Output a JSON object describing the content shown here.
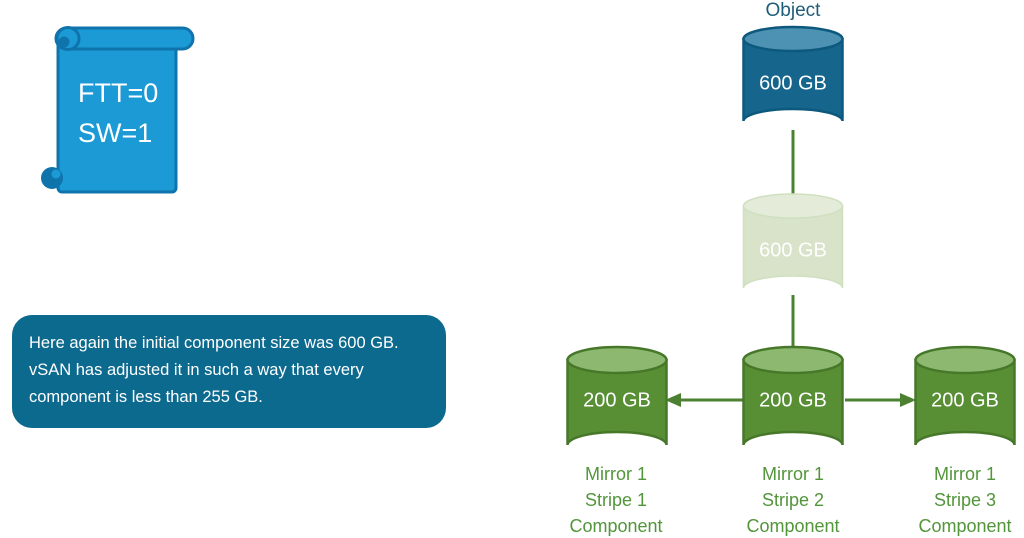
{
  "scroll_note": {
    "lines": [
      "FTT=0",
      "SW=1"
    ]
  },
  "callout": {
    "text": "Here again the initial component size was 600 GB. vSAN has adjusted it in such a way that every component is less than 255 GB."
  },
  "tree": {
    "object_label": "Object",
    "object": {
      "size": "600 GB"
    },
    "ghost": {
      "size": "600 GB"
    },
    "components": [
      {
        "size": "200 GB",
        "labels": [
          "Mirror 1",
          "Stripe 1",
          "Component"
        ]
      },
      {
        "size": "200 GB",
        "labels": [
          "Mirror 1",
          "Stripe 2",
          "Component"
        ]
      },
      {
        "size": "200 GB",
        "labels": [
          "Mirror 1",
          "Stripe 3",
          "Component"
        ]
      }
    ]
  },
  "colors": {
    "scroll_fill": "#1b9ad6",
    "scroll_stroke": "#0f74ab",
    "callout_bg": "#0d6a8f",
    "object_body": "#15658c",
    "object_top": "#4d92b3",
    "object_stroke": "#0d597e",
    "ghost_body": "#d8e3c9",
    "ghost_top": "#e4ecd9",
    "component_body": "#588f35",
    "component_top": "#8cb96f",
    "component_stroke": "#47782a",
    "connector": "#4c8132",
    "label_green": "#52953a",
    "label_blue": "#1e5d79"
  }
}
